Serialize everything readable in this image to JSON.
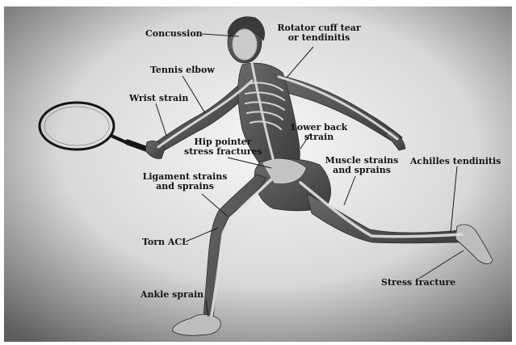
{
  "labels": {
    "concussion": "Concussion",
    "rotator_1": "Rotator cuff tear",
    "rotator_2": "or tendinitis",
    "tennis_elbow": "Tennis elbow",
    "wrist_strain": "Wrist strain",
    "lower_back_1": "Lower back",
    "lower_back_2": "strain",
    "hip_1": "Hip pointer",
    "hip_2": "stress fractures",
    "ligament_1": "Ligament strains",
    "ligament_2": "and sprains",
    "muscle_1": "Muscle strains",
    "muscle_2": "and sprains",
    "achilles": "Achilles  tendinitis",
    "torn_acl": "Torn ACL",
    "stress_fracture": "Stress fracture",
    "ankle_sprain": "Ankle sprain"
  },
  "colors": {
    "background_light": "#f4f4f4",
    "background_dark": "#5e5e5e",
    "body": "#4a4a4a",
    "bone": "#e2e2e2",
    "leader_line": "#1a1a1a",
    "text": "#141414"
  }
}
